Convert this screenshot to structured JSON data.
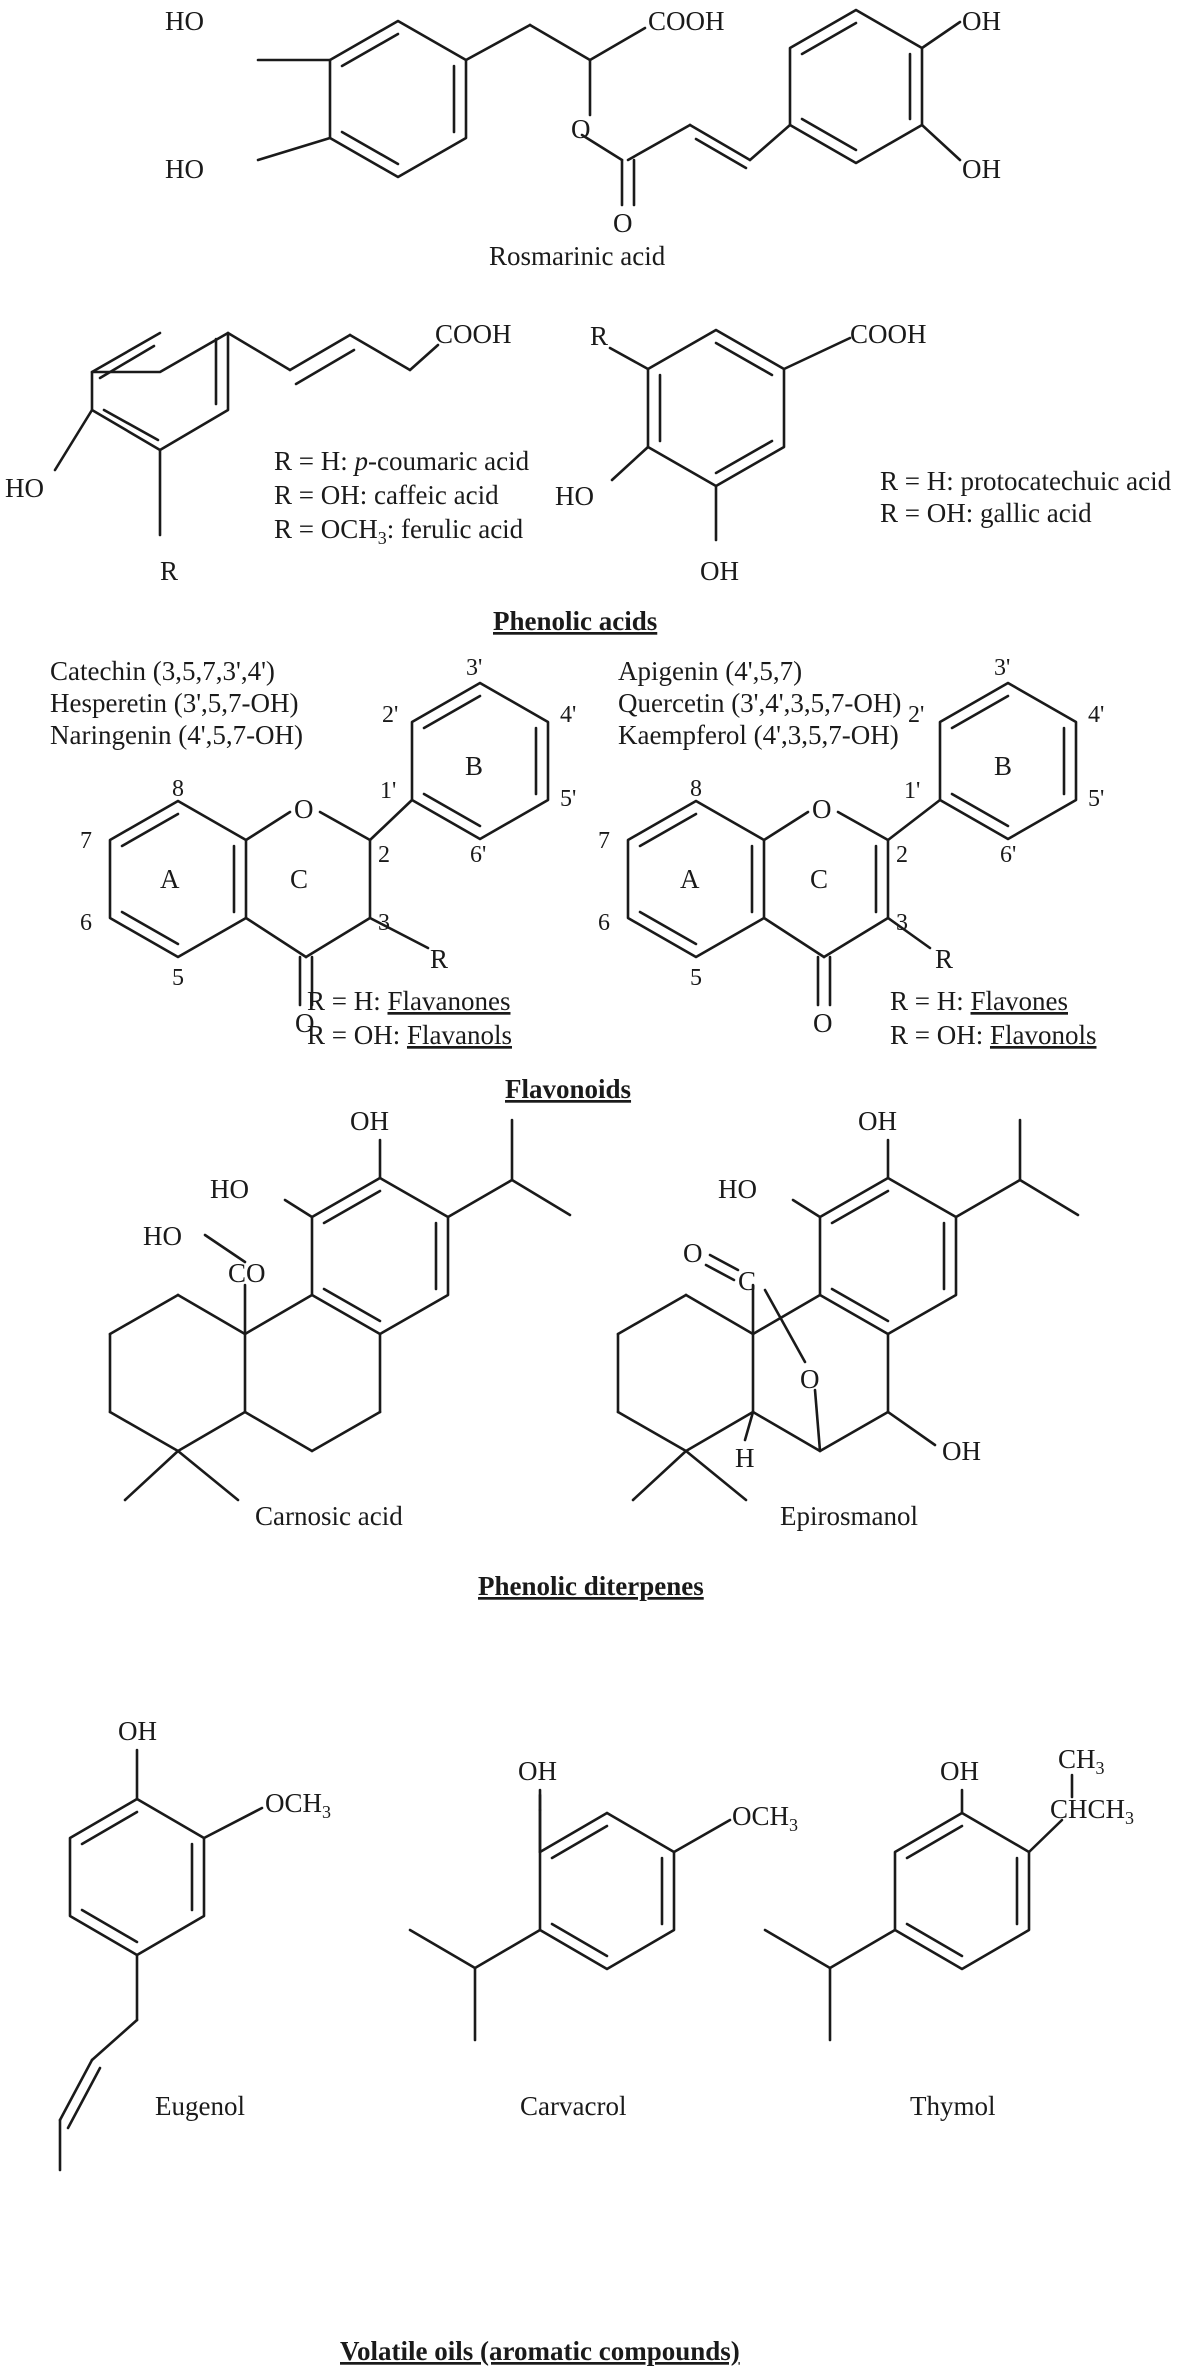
{
  "rosmarinic": {
    "ho_top": "HO",
    "ho_bottom": "HO",
    "cooh": "COOH",
    "o_ester": "O",
    "o_carbonyl": "O",
    "oh_top": "OH",
    "oh_bottom": "OH",
    "name": "Rosmarinic acid"
  },
  "cinnamic": {
    "cooh": "COOH",
    "ho": "HO",
    "r": "R",
    "r1": "R = H: ",
    "r1_name": "p",
    "r1_rest": "-coumaric acid",
    "r2": "R = OH: caffeic acid",
    "r3a": "R = OCH",
    "r3sub": "3",
    "r3b": ": ferulic acid"
  },
  "benzoic": {
    "r": "R",
    "cooh": "COOH",
    "ho": "HO",
    "oh": "OH",
    "r1": "R = H: protocatechuic acid",
    "r2": "R = OH: gallic acid"
  },
  "headings": {
    "phenolic_acids": "Phenolic acids",
    "flavonoids": "Flavonoids",
    "diterpenes": "Phenolic diterpenes",
    "volatile": "Volatile oils (aromatic compounds)"
  },
  "flavanone": {
    "list": [
      "Catechin (3,5,7,3',4')",
      "Hesperetin (3',5,7-OH)",
      "Naringenin (4',5,7-OH)"
    ],
    "o": "O",
    "o_keto": "O",
    "ringA": "A",
    "ringB": "B",
    "ringC": "C",
    "r": "R",
    "n8": "8",
    "n7": "7",
    "n6": "6",
    "n5": "5",
    "n2": "2",
    "n3": "3",
    "n1p": "1'",
    "n2p": "2'",
    "n3p": "3'",
    "n4p": "4'",
    "n5p": "5'",
    "n6p": "6'",
    "r1a": "R = H: ",
    "r1b": "Flavanones",
    "r2a": "R = OH: ",
    "r2b": "Flavanols"
  },
  "flavone": {
    "list": [
      "Apigenin (4',5,7)",
      "Quercetin (3',4',3,5,7-OH)",
      "Kaempferol (4',3,5,7-OH)"
    ],
    "o": "O",
    "o_keto": "O",
    "ringA": "A",
    "ringB": "B",
    "ringC": "C",
    "r": "R",
    "n8": "8",
    "n7": "7",
    "n6": "6",
    "n5": "5",
    "n2": "2",
    "n3": "3",
    "n1p": "1'",
    "n2p": "2'",
    "n3p": "3'",
    "n4p": "4'",
    "n5p": "5'",
    "n6p": "6'",
    "r1a": "R = H: ",
    "r1b": "Flavones",
    "r2a": "R = OH: ",
    "r2b": "Flavonols"
  },
  "carnosic": {
    "oh": "OH",
    "ho": "HO",
    "ho2": "HO",
    "co": "CO",
    "name": "Carnosic acid"
  },
  "epirosmanol": {
    "oh": "OH",
    "ho": "HO",
    "oc": "O",
    "c": "C",
    "o_bridge": "O",
    "oh2": "OH",
    "h": "H",
    "name": "Epirosmanol"
  },
  "eugenol": {
    "oh": "OH",
    "och": "OCH",
    "sub": "3",
    "name": "Eugenol"
  },
  "carvacrol": {
    "oh": "OH",
    "och": "OCH",
    "sub": "3",
    "name": "Carvacrol"
  },
  "thymol": {
    "oh": "OH",
    "ch3a": "CH",
    "ch3sub": "3",
    "chch": "CHCH",
    "chchsub": "3",
    "name": "Thymol"
  }
}
